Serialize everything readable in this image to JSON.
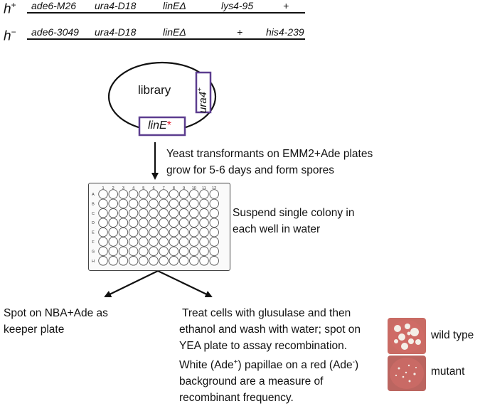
{
  "strains": [
    {
      "mating": "h",
      "mating_sup": "+",
      "alleles": [
        "ade6-M26",
        "ura4-D18",
        "linEΔ",
        "lys4-95",
        "+"
      ]
    },
    {
      "mating": "h",
      "mating_sup": "−",
      "alleles": [
        "ade6-3049",
        "ura4-D18",
        "linEΔ",
        "+",
        "his4-239"
      ]
    }
  ],
  "plasmid": {
    "label": "library",
    "marker": "ura4",
    "marker_sup": "+",
    "insert": "linE",
    "insert_mark": "*",
    "insert_mark_color": "#e0192b",
    "box_color": "#5c3d8f"
  },
  "steps": {
    "transform_line1": "Yeast transformants on EMM2+Ade plates",
    "transform_line2": "grow for 5-6 days and form spores",
    "suspend_line1": "Suspend single colony in",
    "suspend_line2": "each well in water",
    "keeper_line1": "Spot on NBA+Ade as",
    "keeper_line2": "keeper plate",
    "assay_line1": "Treat cells with glusulase and then",
    "assay_line2": "ethanol and wash with water; spot on",
    "assay_line3": "YEA plate to assay recombination.",
    "assay_line4_a": "White (Ade",
    "assay_line4_sup1": "+",
    "assay_line4_b": ") papillae on a red (Ade",
    "assay_line4_sup2": "-",
    "assay_line4_c": ")",
    "assay_line5": "background are a measure of",
    "assay_line6": "recombinant frequency."
  },
  "well_plate": {
    "columns": [
      "1",
      "2",
      "3",
      "4",
      "5",
      "6",
      "7",
      "8",
      "9",
      "10",
      "11",
      "12"
    ],
    "rows": [
      "A",
      "B",
      "C",
      "D",
      "E",
      "F",
      "G",
      "H"
    ]
  },
  "results": {
    "wild_type_label": "wild type",
    "mutant_label": "mutant",
    "plate_red": "#c9605e",
    "papilla_white": "#f4efe8"
  }
}
